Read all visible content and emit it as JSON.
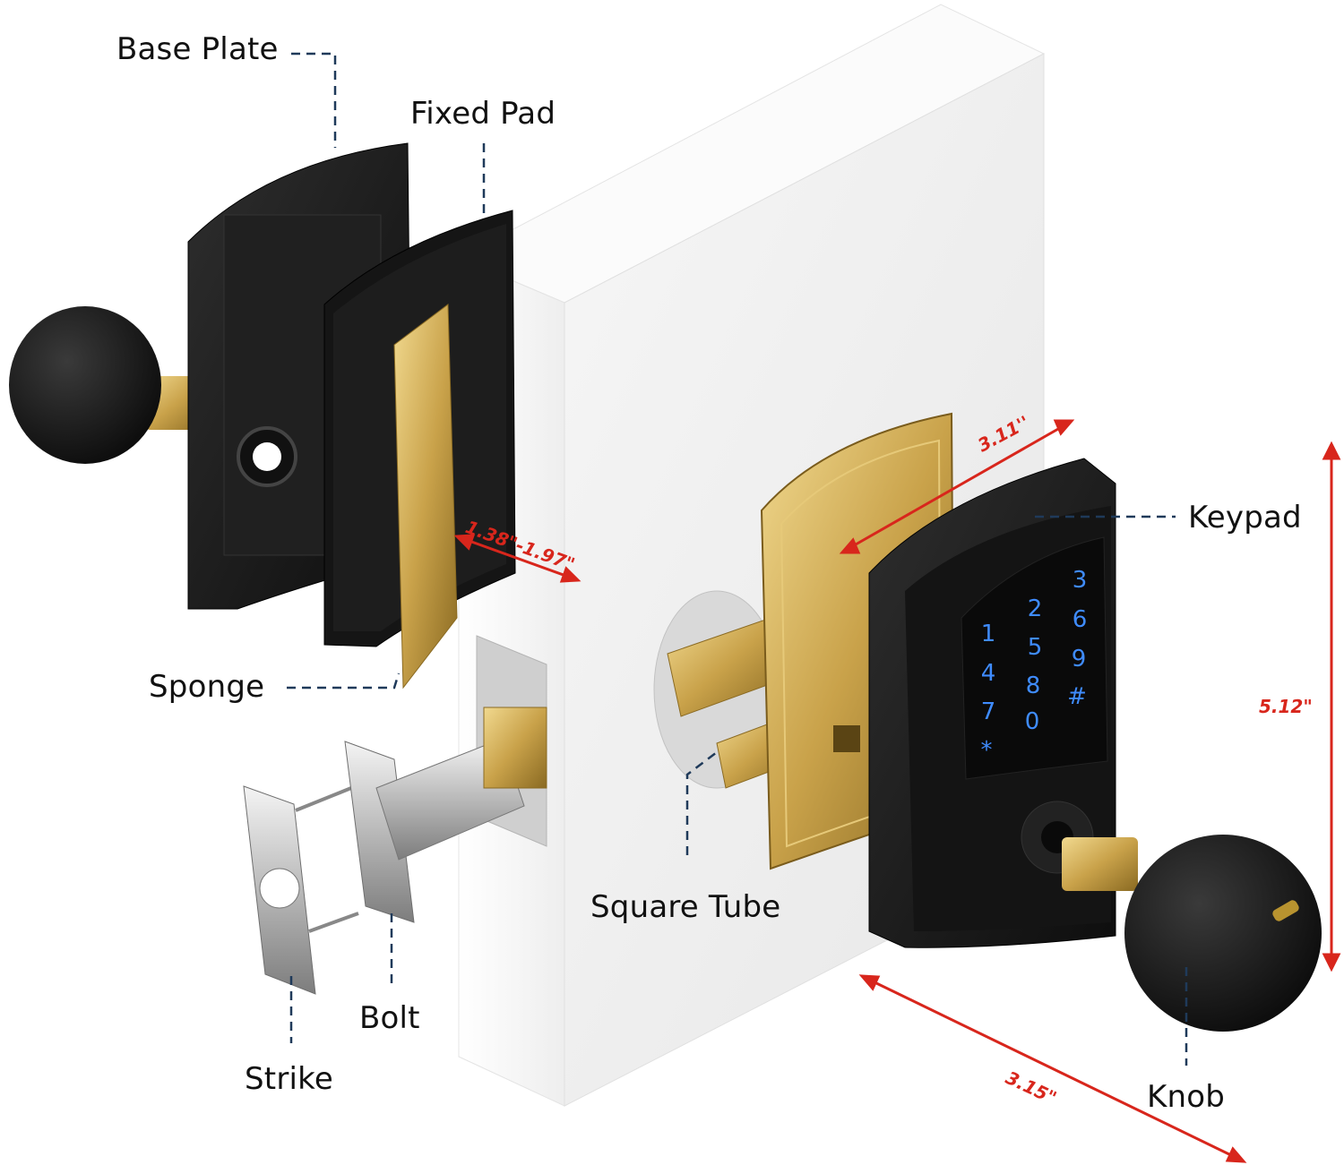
{
  "labels": {
    "base_plate": "Base Plate",
    "fixed_pad": "Fixed Pad",
    "sponge": "Sponge",
    "keypad": "Keypad",
    "square_tube": "Square Tube",
    "bolt": "Bolt",
    "strike": "Strike",
    "knob": "Knob"
  },
  "dimensions": {
    "door_thickness": "1.38\"-1.97\"",
    "keypad_width": "3.11''",
    "keypad_height": "5.12\"",
    "depth": "3.15\""
  },
  "keypad_keys": [
    "1",
    "2",
    "3",
    "4",
    "5",
    "6",
    "7",
    "8",
    "9",
    "*",
    "0",
    "#"
  ],
  "colors": {
    "dimension": "#d8261c",
    "leader": "#1f3a5a",
    "lock_body": "#161616",
    "brass": "#c9a24a",
    "keypad_digits": "#3f8cff"
  }
}
